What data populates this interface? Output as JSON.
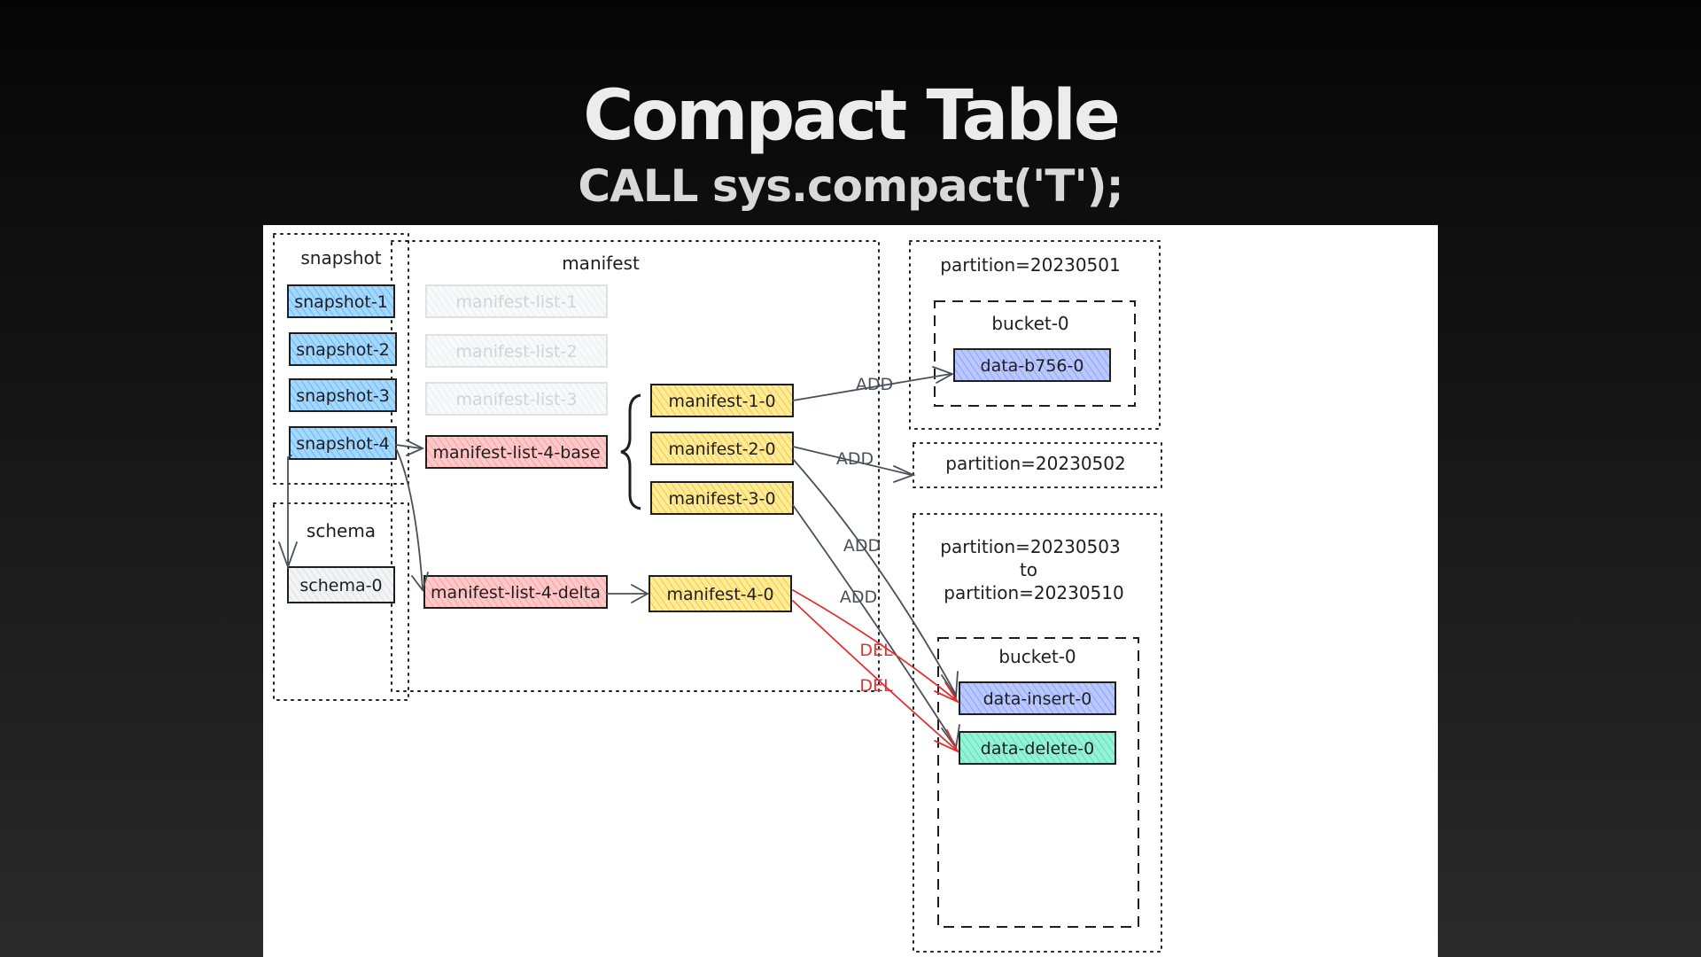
{
  "slide": {
    "title": "Compact Table",
    "subtitle": "CALL sys.compact('T');"
  },
  "groups": {
    "snapshot": "snapshot",
    "schema": "schema",
    "manifest": "manifest",
    "partition_1": "partition=20230501",
    "partition_2": "partition=20230502",
    "partition_3_line1": "partition=20230503",
    "partition_3_line2": "to",
    "partition_3_line3": "partition=20230510",
    "bucket_a": "bucket-0",
    "bucket_b": "bucket-0"
  },
  "nodes": {
    "snapshot_1": "snapshot-1",
    "snapshot_2": "snapshot-2",
    "snapshot_3": "snapshot-3",
    "snapshot_4": "snapshot-4",
    "schema_0": "schema-0",
    "manifest_list_1": "manifest-list-1",
    "manifest_list_2": "manifest-list-2",
    "manifest_list_3": "manifest-list-3",
    "manifest_list_4_base": "manifest-list-4-base",
    "manifest_list_4_delta": "manifest-list-4-delta",
    "manifest_1_0": "manifest-1-0",
    "manifest_2_0": "manifest-2-0",
    "manifest_3_0": "manifest-3-0",
    "manifest_4_0": "manifest-4-0",
    "data_b756_0": "data-b756-0",
    "data_insert_0": "data-insert-0",
    "data_delete_0": "data-delete-0"
  },
  "edge_labels": {
    "add_1": "ADD",
    "add_2": "ADD",
    "add_3": "ADD",
    "add_4": "ADD",
    "del_1": "DEL",
    "del_2": "DEL"
  },
  "colors": {
    "snapshot_fill": "#a5d8ff",
    "schema_fill": "#e9ecef",
    "faded_fill": "#f1f3f5",
    "manifest_list_fill": "#ffc9c9",
    "manifest_fill": "#ffec99",
    "data_blue_fill": "#bac8ff",
    "data_teal_fill": "#96f2d7",
    "arrow": "#495057",
    "del": "#e03131"
  }
}
